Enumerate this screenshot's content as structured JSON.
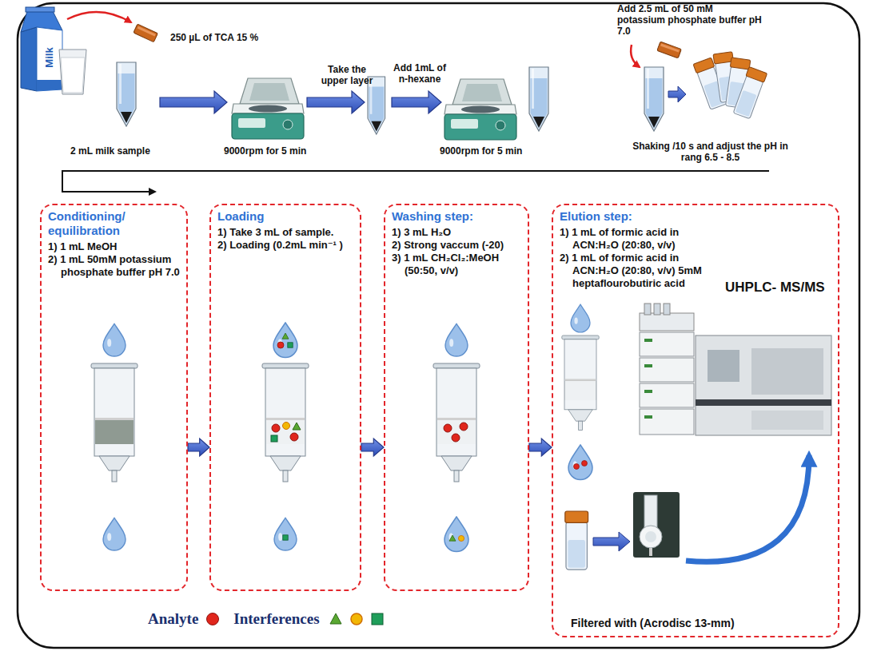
{
  "diagram": {
    "nodes": [
      {
        "text": [
          "Conditioning/ equilibration",
          "1) 1 mL MeOH",
          "2) 1 mL 50mM potassium phosphate buffer pH 7.0"
        ]
      },
      {
        "text": [
          "Loading",
          "1) Take 3 mL of sample.",
          "2) Loading (0.2mL min⁻¹ )"
        ]
      },
      {
        "text": [
          "Washing step:",
          "1) 3 mL H₂O",
          "2) Strong vaccum (-20)",
          "3) 1 mL CH₂Cl₂:MeOH (50:50, v/v)"
        ]
      },
      {
        "text": [
          "Elution step:",
          "1) 1 mL of formic acid in ACN:H₂O (20:80, v/v)",
          "2) 1 mL of formic acid in ACN:H₂O (20:80, v/v) 5mM heptaflourobutiric acid",
          "UHPLC- MS/MS",
          "Filtered with (Acrodisc 13-mm)"
        ]
      }
    ],
    "edges": [
      {
        "from": 0,
        "to": 1,
        "arrow": "to"
      },
      {
        "from": 1,
        "to": 2,
        "arrow": "to"
      },
      {
        "from": 2,
        "to": 3,
        "arrow": "to"
      }
    ],
    "labels": [
      "Milk",
      "250 µL of TCA 15 %",
      "2 mL milk sample",
      "9000rpm for 5 min",
      "Take the upper layer",
      "Add 1mL of n-hexane",
      "9000rpm for 5 min",
      "Add 2.5 mL of 50 mM potassium phosphate buffer pH 7.0",
      "Shaking /10 s and adjust the pH in rang 6.5 - 8.5"
    ],
    "legend": [
      {
        "text": "Analyte",
        "color": "#e0261c"
      },
      {
        "text": "Interferences"
      }
    ]
  }
}
